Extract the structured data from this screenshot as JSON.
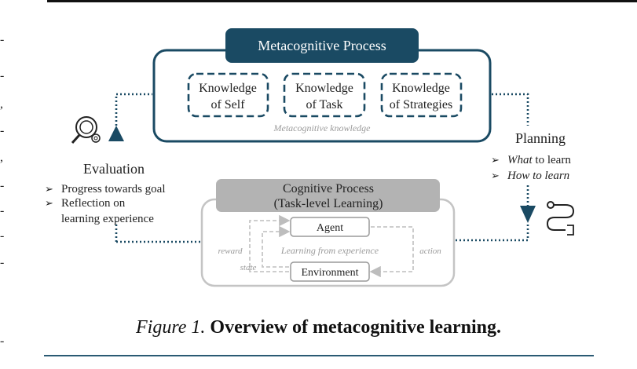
{
  "metacognitive": {
    "title": "Metacognitive Process",
    "knowledge_self": [
      "Knowledge",
      "of Self"
    ],
    "knowledge_task": [
      "Knowledge",
      "of Task"
    ],
    "knowledge_strategies": [
      "Knowledge",
      "of Strategies"
    ],
    "footer": "Metacognitive knowledge"
  },
  "cognitive": {
    "title_line1": "Cognitive Process",
    "title_line2": "(Task-level Learning)",
    "agent": "Agent",
    "environment": "Environment",
    "center": "Learning from experience",
    "reward": "reward",
    "state": "state",
    "action": "action"
  },
  "evaluation": {
    "title": "Evaluation",
    "bullet1": "Progress towards goal",
    "bullet2_line1": "Reflection on",
    "bullet2_line2": "learning experience"
  },
  "planning": {
    "title": "Planning",
    "bullet1_italic": "What",
    "bullet1_rest": " to learn",
    "bullet2": "How to learn"
  },
  "caption": {
    "figure": "Figure 1.",
    "text": "Overview of metacognitive learning."
  },
  "colors": {
    "accent": "#1a4a63",
    "gray": "#b3b3b3"
  }
}
